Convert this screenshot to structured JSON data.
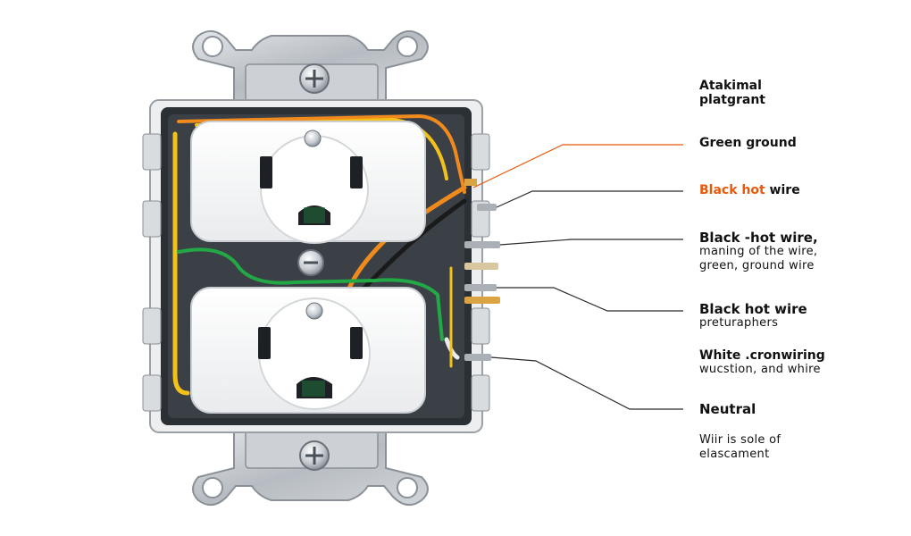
{
  "colors": {
    "plate": "#bfc4ca",
    "housing": "#2b3035",
    "receptacle": "#f4f5f6",
    "hot_wire": "#f08a1c",
    "yellow_wire": "#f2c21a",
    "ground_wire": "#22a845",
    "leader_orange": "#e8590c",
    "leader_dark": "#2a2a2a"
  },
  "icons": {
    "top_screw": "screw-icon",
    "bottom_screw": "screw-icon",
    "center_screw": "screw-icon"
  },
  "labels": [
    {
      "id": "platgrant",
      "line1": "Atakimal",
      "line2": "platgrant"
    },
    {
      "id": "green-ground",
      "line1": "Green ground"
    },
    {
      "id": "black-hot-wire-1",
      "line1_accent": "Black hot",
      "line1_rest": " wire"
    },
    {
      "id": "black-hot-wire-2",
      "line1": "Black -hot wire,",
      "line2": "maning of the wire,",
      "line3": "green, ground wire"
    },
    {
      "id": "black-hot-wire-3",
      "line1": "Black hot wire",
      "line2": "preturaphers"
    },
    {
      "id": "white-cronwiring",
      "line1": "White .cronwiring",
      "line2": "wucstion, and whire"
    },
    {
      "id": "neutral",
      "line1": "Neutral"
    },
    {
      "id": "note",
      "line1": "Wiir is sole of",
      "line2": "elascament"
    }
  ]
}
